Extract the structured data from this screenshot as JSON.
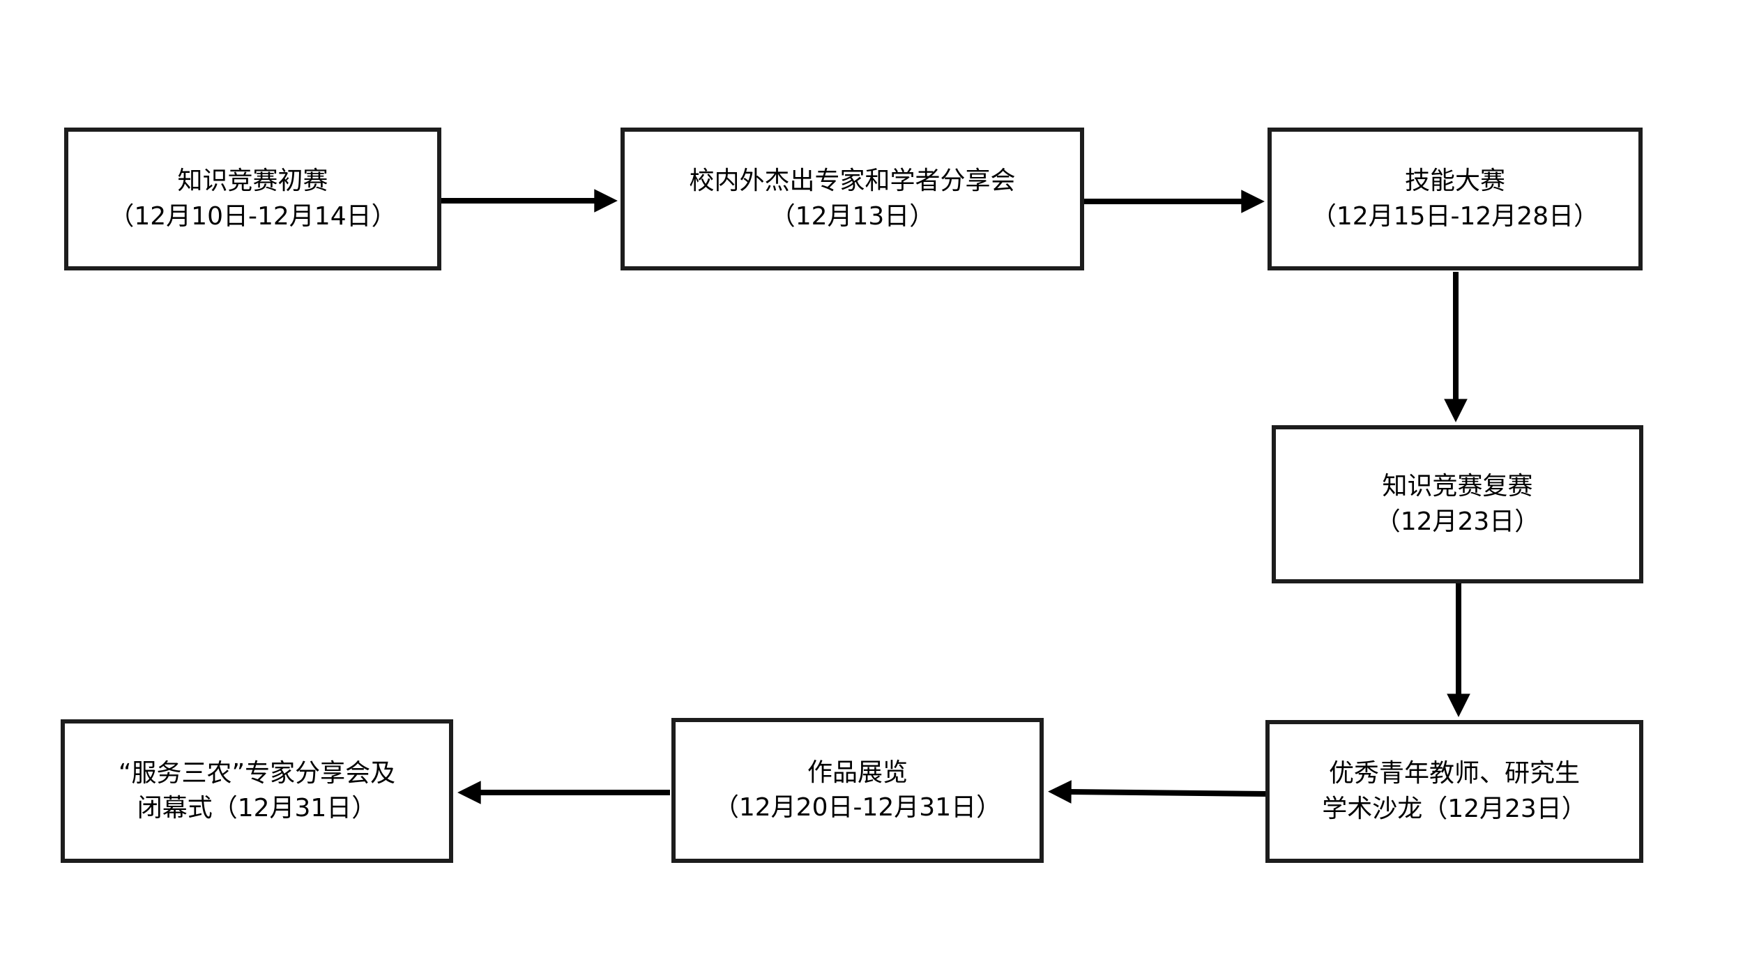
{
  "flowchart": {
    "description": "event-schedule-flowchart",
    "nodes": [
      {
        "id": "knowledge-contest-preliminary",
        "line1": "知识竞赛初赛",
        "line2": "（12月10日-12月14日）"
      },
      {
        "id": "expert-scholar-sharing-session",
        "line1": "校内外杰出专家和学者分享会",
        "line2": "（12月13日）"
      },
      {
        "id": "skills-competition",
        "line1": "技能大赛",
        "line2": "（12月15日-12月28日）"
      },
      {
        "id": "knowledge-contest-semifinal",
        "line1": "知识竞赛复赛",
        "line2": "（12月23日）"
      },
      {
        "id": "young-teachers-graduate-salon",
        "line1": "优秀青年教师、研究生",
        "line2": "学术沙龙（12月23日）"
      },
      {
        "id": "works-exhibition",
        "line1": "作品展览",
        "line2": "（12月20日-12月31日）"
      },
      {
        "id": "serving-agriculture-closing-ceremony",
        "line1": "“服务三农”专家分享会及",
        "line2": "闭幕式（12月31日）"
      }
    ],
    "edges": [
      {
        "from": "knowledge-contest-preliminary",
        "to": "expert-scholar-sharing-session",
        "direction": "right"
      },
      {
        "from": "expert-scholar-sharing-session",
        "to": "skills-competition",
        "direction": "right"
      },
      {
        "from": "skills-competition",
        "to": "knowledge-contest-semifinal",
        "direction": "down"
      },
      {
        "from": "knowledge-contest-semifinal",
        "to": "young-teachers-graduate-salon",
        "direction": "down"
      },
      {
        "from": "young-teachers-graduate-salon",
        "to": "works-exhibition",
        "direction": "left"
      },
      {
        "from": "works-exhibition",
        "to": "serving-agriculture-closing-ceremony",
        "direction": "left"
      }
    ],
    "colors": {
      "background": "#ffffff",
      "box_border": "#1d1d1d",
      "arrow": "#000000",
      "text": "#000000"
    }
  }
}
